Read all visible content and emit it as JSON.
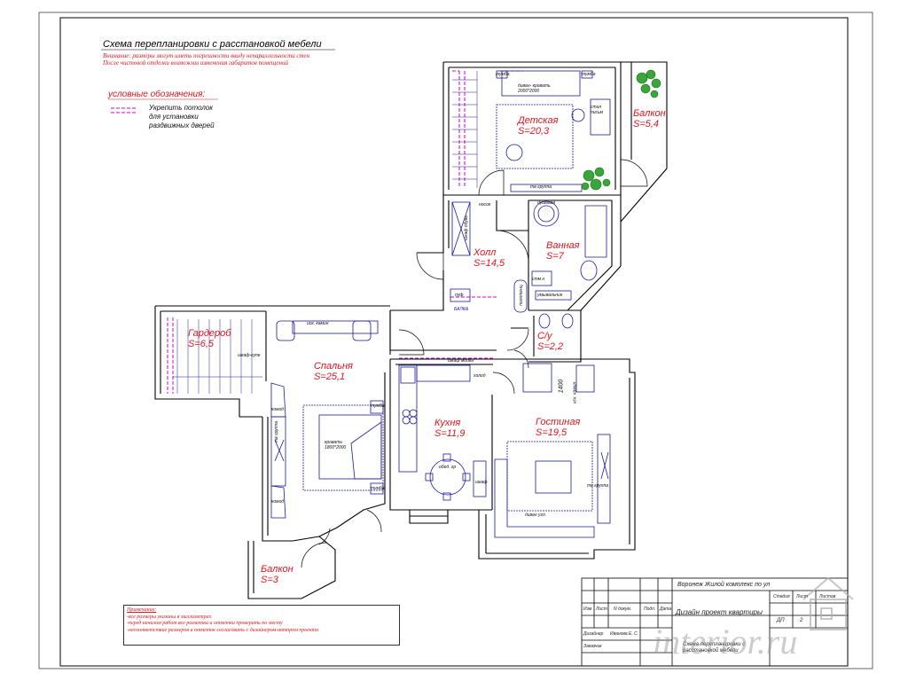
{
  "header": {
    "title": "Схема перепланировки с расстановкой мебели",
    "warning_1": "Внимание: размеры могут иметь погрешности ввиду непараллельности стен",
    "warning_2": "После чистовой отделки возможны изменения габаритов помещений"
  },
  "legend": {
    "title": "условные обозначения:",
    "text": "Укрепить потолок для установки раздвижных дверей",
    "symbol_color": "#d400d4"
  },
  "rooms": {
    "detskaya": {
      "name": "Детская",
      "area": "S=20,3"
    },
    "balkon_top": {
      "name": "Балкон",
      "area": "S=5,4"
    },
    "vannaya": {
      "name": "Ванная",
      "area": "S=7"
    },
    "holl": {
      "name": "Холл",
      "area": "S=14,5"
    },
    "su": {
      "name": "С/у",
      "area": "S=2,2"
    },
    "garderob": {
      "name": "Гардероб",
      "area": "S=6,5"
    },
    "spalnya": {
      "name": "Спальня",
      "area": "S=25,1"
    },
    "kuhnya": {
      "name": "Кухня",
      "area": "S=11,9"
    },
    "gostinaya": {
      "name": "Гостиная",
      "area": "S=19,5"
    },
    "balkon_bottom": {
      "name": "Балкон",
      "area": "S=3"
    }
  },
  "furniture": {
    "tumba_1": "тумба",
    "tumba_2": "тумба",
    "divan_krovat": "диван- кровать",
    "divan_krovat_size": "2000*2000",
    "stol": "стол",
    "pismennyi": "письм",
    "tv_gruppa_det": "тв группа",
    "shkaf_obuv": "шкаф обувь",
    "nosok": "носок",
    "dushevaya": "душевая",
    "mashina": "стм н",
    "umyvalnik": "умывальник",
    "polotence": "полотенц",
    "puf": "пуф",
    "balka": "БАЛКА",
    "isk_kamin": "иск. камин",
    "shkaf_kupe": "шкаф-купе",
    "komod_1": "комод",
    "komod_2": "комод",
    "tv_gruppa_spal": "тв группа",
    "krovat": "кровать",
    "krovat_size": "1800*2000",
    "tumba_3": "тумба",
    "tumba_4": "тумба",
    "shkaf_mojka": "шкаф мойка",
    "holod": "холод",
    "obed_gr": "обед. гр",
    "shkaf_kuh": "шкаф",
    "dim_1400": "1400",
    "isk_kamin_2": "иск. камин",
    "tv_gruppa_gost": "тв группа",
    "divan_ugl": "диван угл."
  },
  "notes": {
    "title": "Примечание:",
    "lines": [
      "-все размеры указаны в миллиметрах",
      "-перед началом работ все разметки и отметки проверить по месту",
      "-несоответствие размеров и отметок согласовать с дизайнером-автором проекта"
    ]
  },
  "title_block": {
    "project": "Воронеж Жилой комплекс по ул",
    "design_name": "Дизайн проект квартиры",
    "sheet_name": "Схема перепланировки с расстановкой мебели",
    "col_izm": "Изм",
    "col_list": "Лист",
    "col_doc": "N докум.",
    "col_sign": "Подп.",
    "col_date": "Дата",
    "row_designer": "Дизайнер",
    "designer_name": "Иванова Е. С.",
    "row_customer": "Заказчик",
    "stage_label": "Стадия",
    "sheet_label": "Лист",
    "sheets_label": "Листов",
    "stage_value": "ДП",
    "sheet_value": "2"
  },
  "watermark": {
    "text": "interior.ru"
  },
  "colors": {
    "room_label": "#e0141e",
    "furniture": "#1a1aa0",
    "walls": "#000000",
    "legend_symbol": "#d400d4"
  }
}
